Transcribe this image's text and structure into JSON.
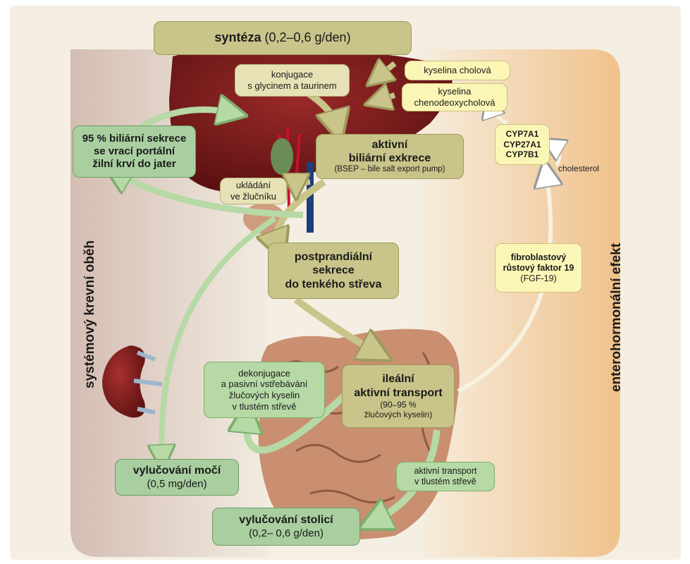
{
  "labels": {
    "left_side": "systémový krevní oběh",
    "right_side": "enterohormonální efekt"
  },
  "boxes": {
    "synthesis": {
      "bold": "syntéza",
      "rest": " (0,2–0,6 g/den)"
    },
    "conjugation": [
      "konjugace",
      "s glycinem a taurinem"
    ],
    "cholic_acid": "kyselina cholová",
    "cdca": [
      "kyselina",
      "chenodeoxycholová"
    ],
    "return_95": [
      "95 % biliární sekrece",
      "se vrací portální",
      "žilní krví do jater"
    ],
    "active_biliary": {
      "line1": "aktivní",
      "line2": "biliární exkrece",
      "line3": "(BSEP – bile salt export pump)"
    },
    "storage": [
      "ukládání",
      "ve žlučníku"
    ],
    "enzymes": [
      "CYP7A1",
      "CYP27A1",
      "CYP7B1"
    ],
    "cholesterol": "cholesterol",
    "postprandial": [
      "postprandiální",
      "sekrece",
      "do tenkého střeva"
    ],
    "fgf19": {
      "line1": "fibroblastový",
      "line2": "růstový faktor 19",
      "line3": "(FGF-19)"
    },
    "deconjugation": [
      "dekonjugace",
      "a pasivní vstřebávání",
      "žlučových kyselin",
      "v tlustém střevě"
    ],
    "ileal": {
      "line1": "ileální",
      "line2": "aktivní transport",
      "line3": "(90–95 %",
      "line4": "žlučových kyselin)"
    },
    "urine": {
      "line1": "vylučování močí",
      "line2": "(0,5 mg/den)"
    },
    "colon_transport": [
      "aktivní transport",
      "v tlustém střevě"
    ],
    "stool": {
      "line1": "vylučování stolicí",
      "line2": "(0,2– 0,6 g/den)"
    }
  },
  "colors": {
    "background": "#f4efe2",
    "left_band": "#d8c2b8",
    "right_band": "#f1c796",
    "liver": "#7d1c1c",
    "intestine": "#c98f70",
    "arrow_olive": "#c9c48a",
    "arrow_green": "#b6d9a6"
  }
}
